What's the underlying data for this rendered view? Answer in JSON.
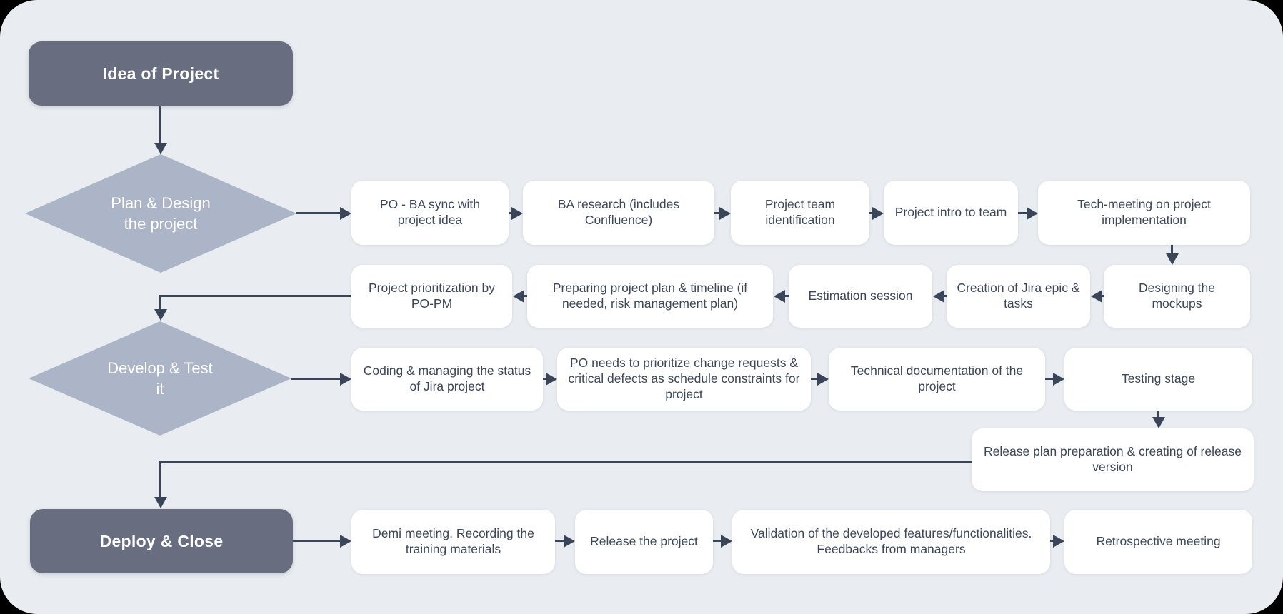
{
  "colors": {
    "canvas_bg": "#e9edf1",
    "stage_box_bg": "#686e80",
    "stage_box_text": "#ffffff",
    "decision_diamond_bg": "#acb5c7",
    "decision_diamond_text": "#ffffff",
    "process_box_bg": "#ffffff",
    "process_box_text": "#3d4759",
    "arrow": "#3a4558"
  },
  "nodes": {
    "idea": {
      "label": "Idea of Project"
    },
    "plan": {
      "label": "Plan & Design the project"
    },
    "r1b1": {
      "label": "PO - BA sync with project idea"
    },
    "r1b2": {
      "label": "BA research (includes Confluence)"
    },
    "r1b3": {
      "label": "Project team identification"
    },
    "r1b4": {
      "label": "Project intro to team"
    },
    "r1b5": {
      "label": "Tech-meeting on project implementation"
    },
    "r2b1": {
      "label": "Designing the mockups"
    },
    "r2b2": {
      "label": "Creation of Jira epic & tasks"
    },
    "r2b3": {
      "label": "Estimation session"
    },
    "r2b4": {
      "label": "Preparing project plan & timeline (if needed, risk management plan)"
    },
    "r2b5": {
      "label": "Project prioritization by PO-PM"
    },
    "develop": {
      "label": "Develop & Test it"
    },
    "r3b1": {
      "label": "Coding & managing the status of Jira project"
    },
    "r3b2": {
      "label": "PO needs to prioritize change requests & critical defects as schedule constraints for project"
    },
    "r3b3": {
      "label": "Technical documentation of the project"
    },
    "r3b4": {
      "label": "Testing stage"
    },
    "release_plan": {
      "label": "Release plan preparation & creating of release version"
    },
    "deploy": {
      "label": "Deploy & Close"
    },
    "r4b1": {
      "label": "Demi meeting. Recording the training materials"
    },
    "r4b2": {
      "label": "Release the project"
    },
    "r4b3": {
      "label": "Validation of the developed features/functionalities. Feedbacks from managers"
    },
    "r4b4": {
      "label": "Retrospective meeting"
    }
  }
}
